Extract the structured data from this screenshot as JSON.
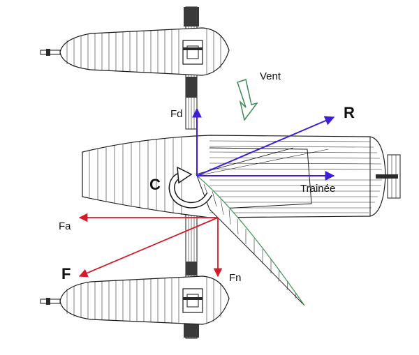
{
  "labels": {
    "wind": "Vent",
    "fd": "Fd",
    "r": "R",
    "c": "C",
    "drag": "Trainée",
    "fa": "Fa",
    "f": "F",
    "fn": "Fn"
  },
  "colors": {
    "blue_force": "#3a1fd6",
    "red_force": "#d61a2a",
    "wind_arrow": "#3a8a55",
    "sail_green": "#4aa060",
    "hull": "#1a1a1a"
  }
}
